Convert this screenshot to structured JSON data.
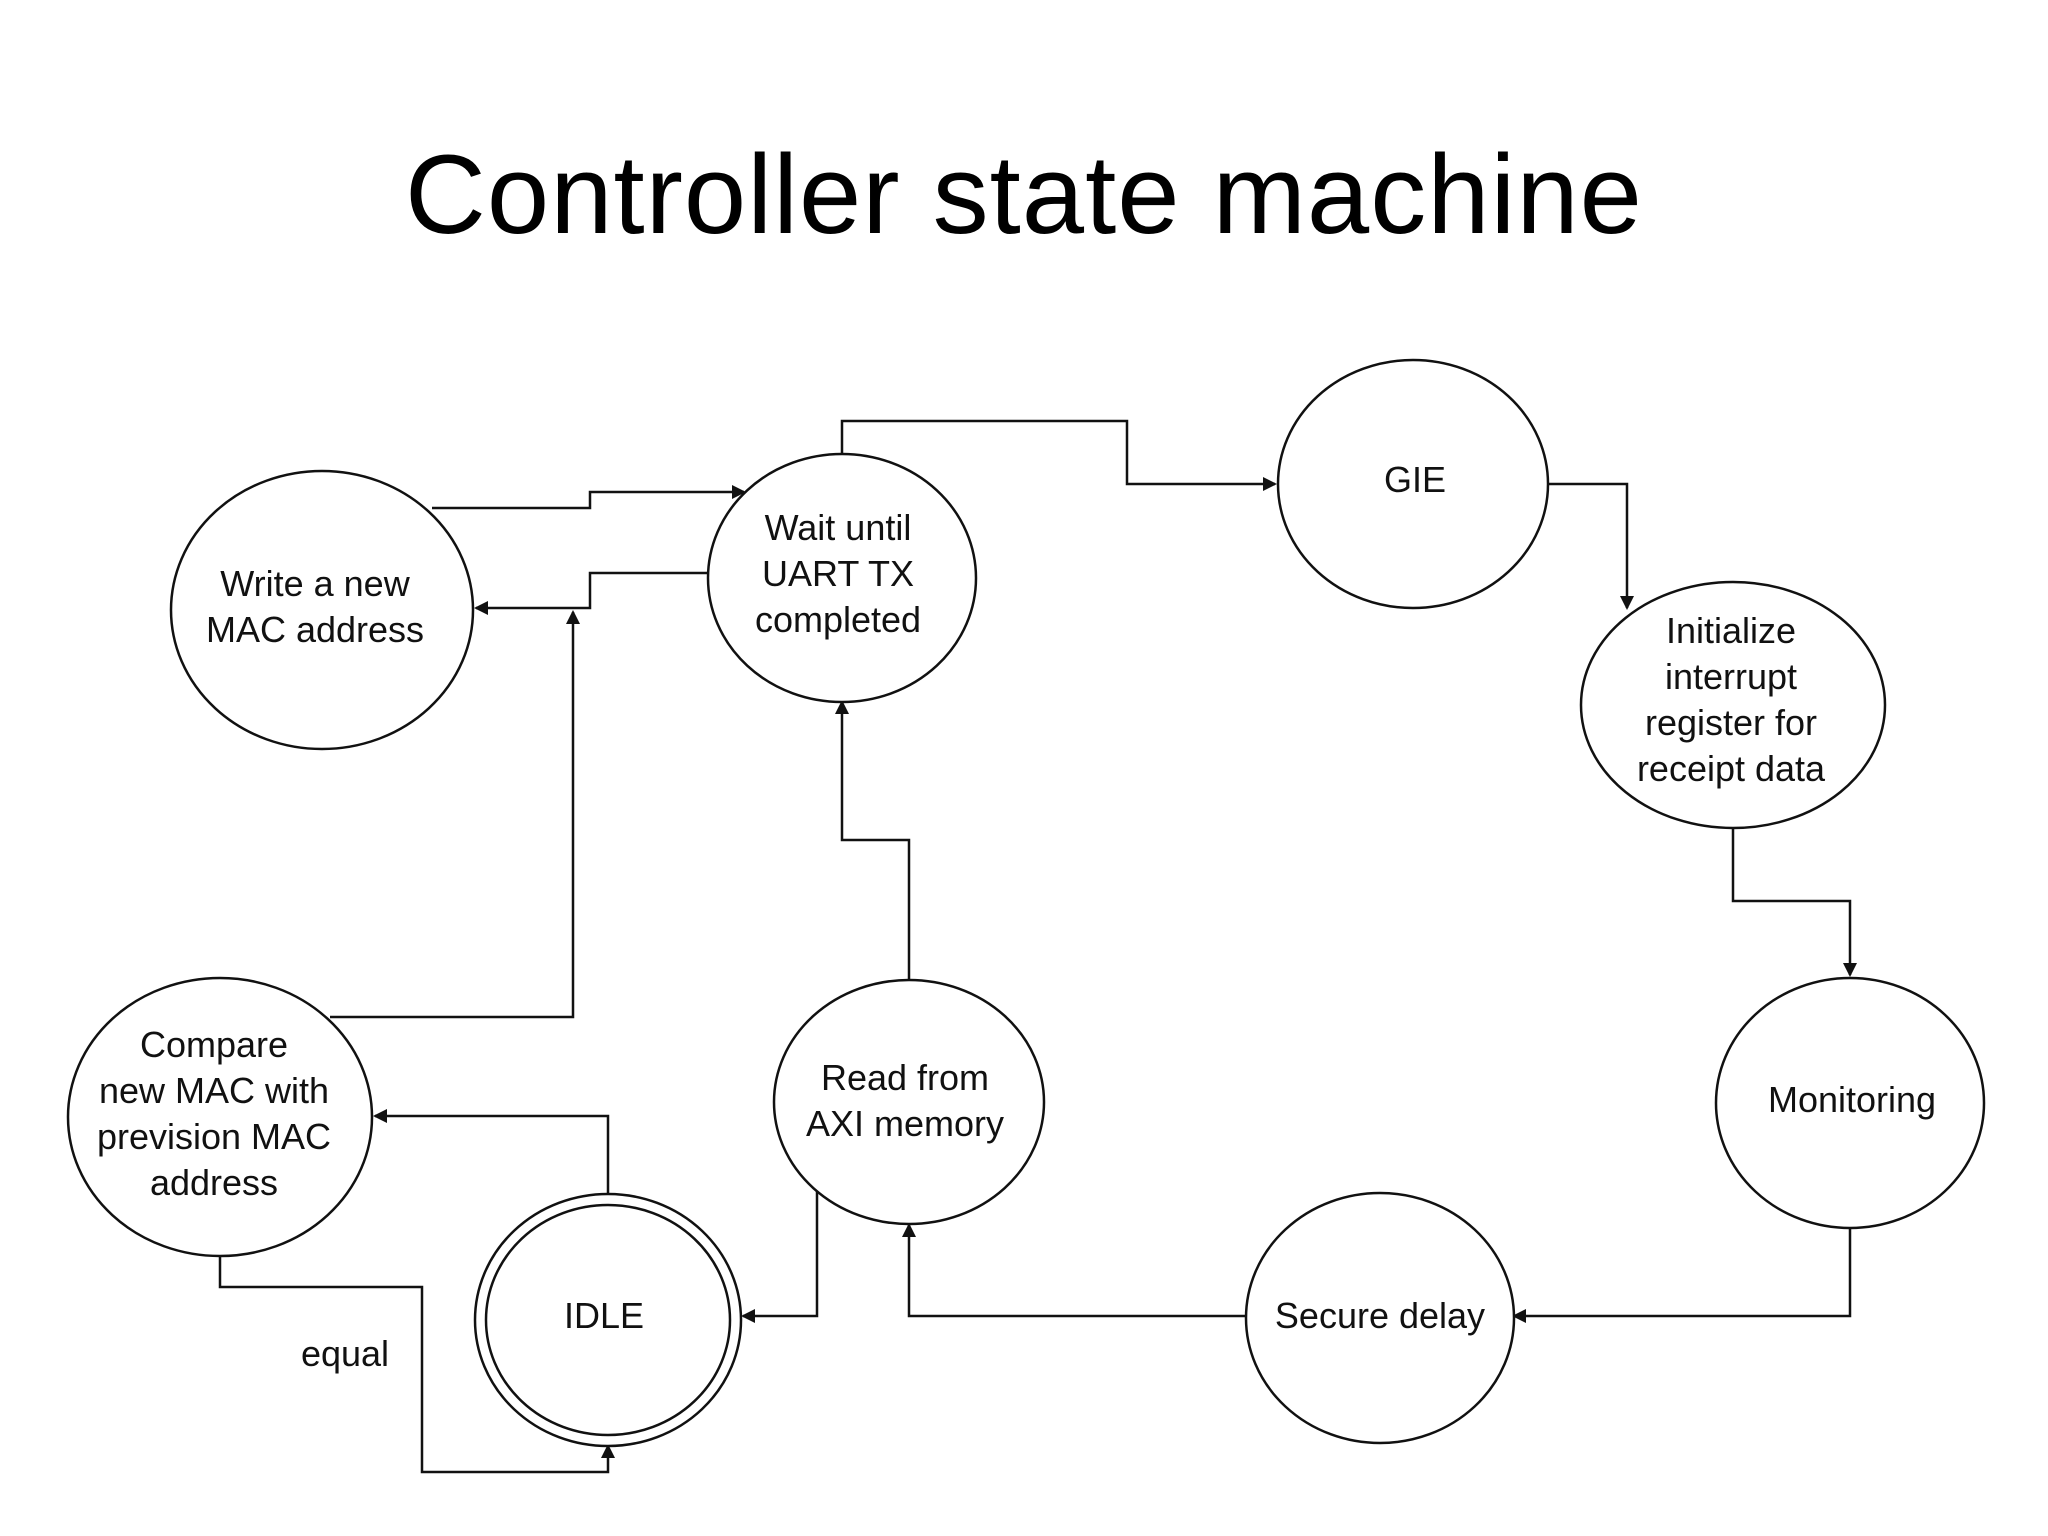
{
  "title": "Controller state machine",
  "colors": {
    "line": "#111111",
    "background": "#ffffff"
  },
  "states": {
    "write_mac": [
      "Write a new",
      "MAC address"
    ],
    "wait_uart": [
      "Wait until",
      "UART TX",
      "completed"
    ],
    "gie": [
      "GIE"
    ],
    "init_interrupt": [
      "Initialize",
      "interrupt",
      "register for",
      "receipt  data"
    ],
    "monitoring": [
      "Monitoring"
    ],
    "compare_mac": [
      "Compare",
      "new MAC with",
      "prevision MAC",
      "address"
    ],
    "read_axi": [
      "Read from",
      "AXI memory"
    ],
    "idle": [
      "IDLE"
    ],
    "secure_delay": [
      "Secure delay"
    ]
  },
  "transitions": {
    "compare_to_idle": "equal"
  }
}
